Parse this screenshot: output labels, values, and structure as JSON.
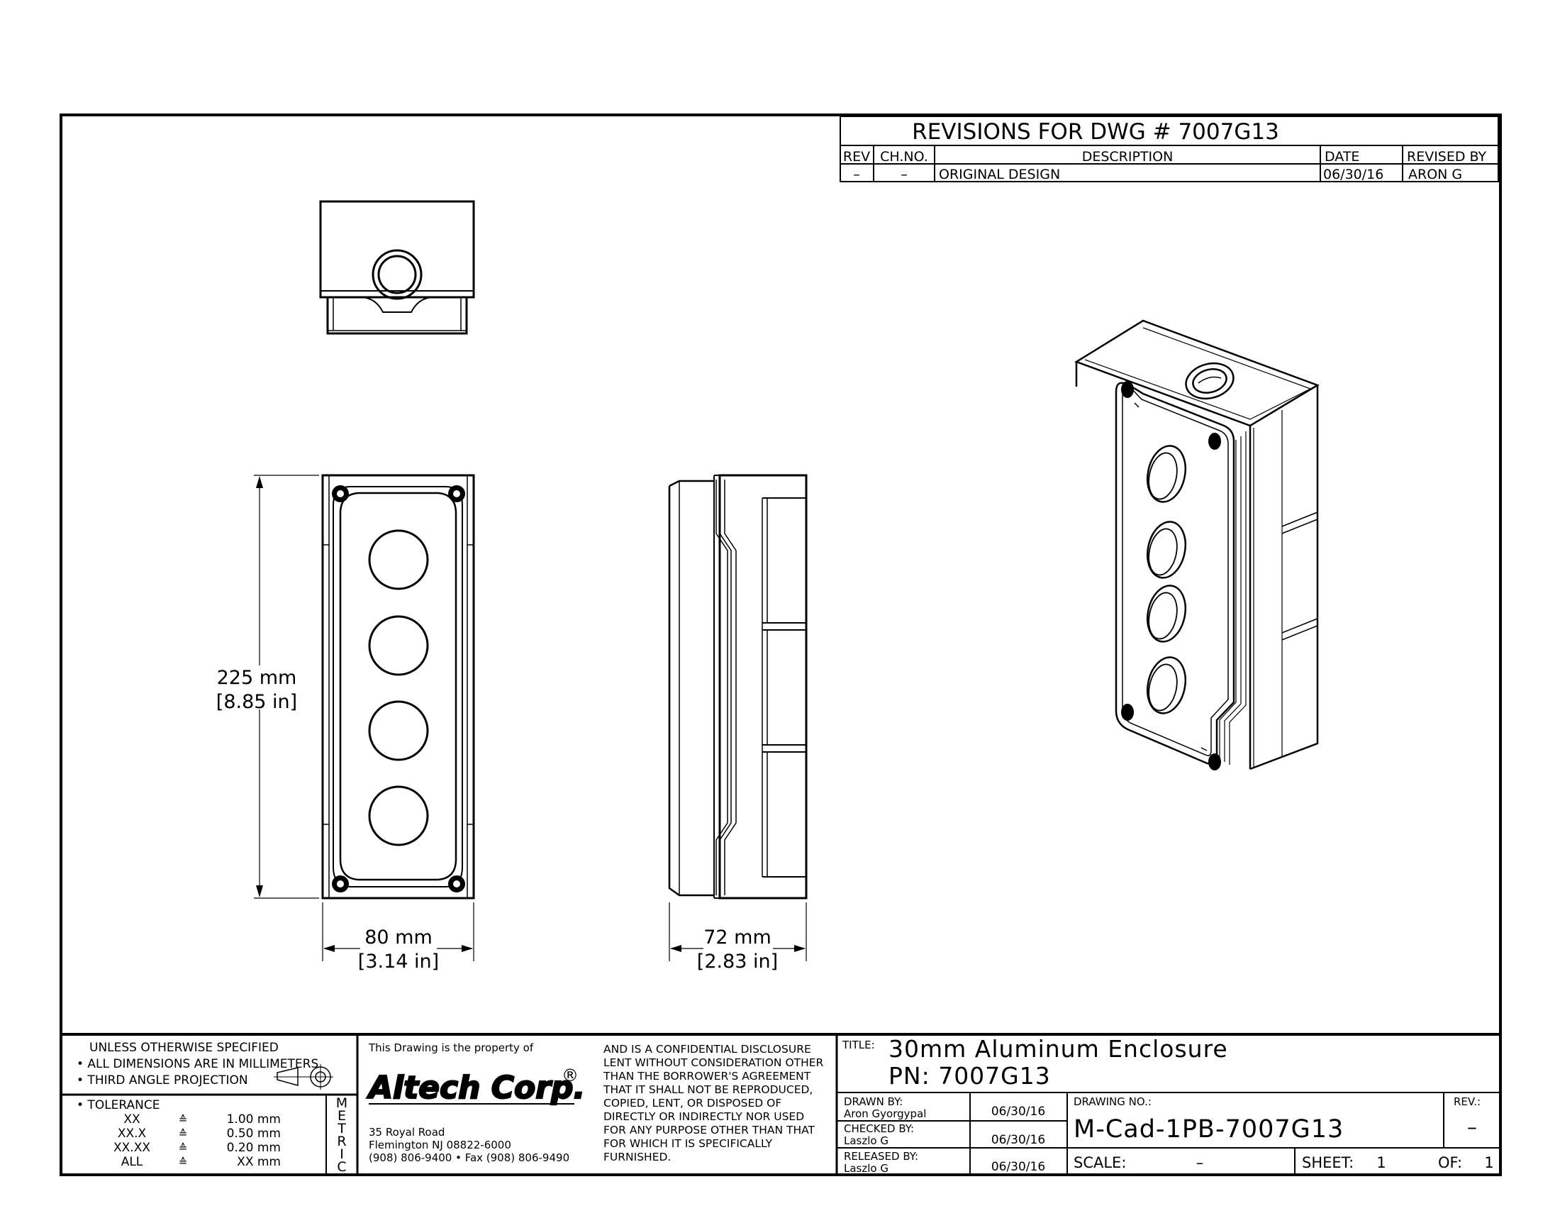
{
  "revisions": {
    "title": "REVISIONS FOR DWG # 7007G13",
    "headers": {
      "rev": "REV",
      "ch_no": "CH.NO.",
      "description": "DESCRIPTION",
      "date": "DATE",
      "revised_by": "REVISED BY"
    },
    "rows": [
      {
        "rev": "–",
        "ch_no": "–",
        "description": "ORIGINAL DESIGN",
        "date": "06/30/16",
        "revised_by": "ARON G"
      }
    ]
  },
  "dimensions": {
    "height_mm": "225 mm",
    "height_in": "[8.85 in]",
    "width_mm": "80 mm",
    "width_in": "[3.14 in]",
    "depth_mm": "72 mm",
    "depth_in": "[2.83 in]"
  },
  "notes": {
    "line1": "UNLESS OTHERWISE SPECIFIED",
    "line2": "• ALL DIMENSIONS ARE IN MILLIMETERS",
    "line3": "• THIRD ANGLE PROJECTION",
    "tolerance_label": "• TOLERANCE",
    "tolerances": [
      {
        "format": "XX",
        "symbol": "≙",
        "value": "1.00 mm"
      },
      {
        "format": "XX.X",
        "symbol": "≙",
        "value": "0.50 mm"
      },
      {
        "format": "XX.XX",
        "symbol": "≙",
        "value": "0.20 mm"
      },
      {
        "format": "ALL",
        "symbol": "≙",
        "value": "XX mm"
      }
    ],
    "metric_letters": [
      "M",
      "E",
      "T",
      "R",
      "I",
      "C"
    ]
  },
  "company": {
    "property_note": "This Drawing is the property of",
    "name": "Altech Corp.",
    "registered": "®",
    "address1": "35 Royal Road",
    "address2": "Flemington NJ 08822-6000",
    "phone": "(908) 806-9400 • Fax (908) 806-9490",
    "disclosure": [
      "AND IS A CONFIDENTIAL DISCLOSURE",
      "LENT WITHOUT CONSIDERATION OTHER",
      "THAN THE BORROWER'S AGREEMENT",
      "THAT IT SHALL NOT BE REPRODUCED,",
      "COPIED, LENT, OR DISPOSED OF",
      "DIRECTLY OR INDIRECTLY NOR USED",
      "FOR ANY PURPOSE OTHER THAN THAT",
      "FOR WHICH IT IS SPECIFICALLY",
      "FURNISHED."
    ]
  },
  "title_block": {
    "title_label": "TITLE:",
    "title": "30mm Aluminum Enclosure",
    "pn": "PN: 7007G13",
    "drawn_by_label": "DRAWN BY:",
    "drawn_by": "Aron Gyorgypal",
    "drawn_date": "06/30/16",
    "checked_by_label": "CHECKED BY:",
    "checked_by": "Laszlo G",
    "checked_date": "06/30/16",
    "released_by_label": "RELEASED BY:",
    "released_by": "Laszlo G",
    "released_date": "06/30/16",
    "drawing_no_label": "DRAWING NO.:",
    "drawing_no": "M-Cad-1PB-7007G13",
    "rev_label": "REV.:",
    "rev": "–",
    "scale_label": "SCALE:",
    "scale": "–",
    "sheet_label": "SHEET:",
    "sheet": "1",
    "of_label": "OF:",
    "of": "1"
  }
}
